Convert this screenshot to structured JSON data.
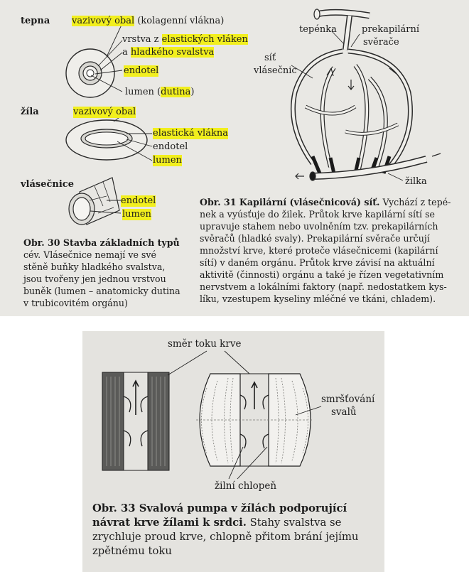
{
  "fig30": {
    "tepna": "tepna",
    "tepna_outer": "vazivový obal",
    "tepna_outer_note": " (kolagenní vlákna)",
    "tepna_layer_1a": "vrstva z ",
    "tepna_layer_1b": "elastických vláken",
    "tepna_layer_2a": "a ",
    "tepna_layer_2b": "hladkého svalstva",
    "tepna_endotel": "endotel",
    "tepna_lumen_a": "lumen (",
    "tepna_lumen_b": "dutina",
    "tepna_lumen_c": ")",
    "zila": "žíla",
    "zila_outer": "vazivový obal",
    "zila_elastic": "elastická vlákna",
    "zila_endotel": "endotel",
    "zila_lumen": "lumen",
    "vlasecnice": "vlásečnice",
    "vl_endotel": "endotel",
    "vl_lumen": "lumen",
    "caption_title": "Obr. 30 Stavba základních typů",
    "caption_lines": [
      "cév. Vlásečnice nemají ve své",
      "stěně buňky hladkého svalstva,",
      "jsou tvořeny jen jednou vrstvou",
      "buněk (lumen – anatomicky dutina",
      "v trubicovitém orgánu)"
    ]
  },
  "fig31": {
    "tepenka": "tepénka",
    "prekap_1": "prekapilární",
    "prekap_2": "svěrače",
    "sit_1": "síť",
    "sit_2": "vlásečnic",
    "zilka": "žilka",
    "caption_title": "Obr. 31 Kapilární (vlásečnicová) síť.",
    "caption_first_rest": " Vychází z tepé-",
    "caption_lines": [
      "nek a vyúsťuje do žilek. Průtok krve kapilární sítí se",
      "upravuje stahem nebo uvolněním tzv. prekapilárních",
      "svěračů (hladké svaly). Prekapilární svěrače určují",
      "množství krve, které proteče vlásečnicemi (kapilární",
      "sítí) v daném orgánu. Průtok krve závisí na aktuální",
      "aktivitě (činnosti) orgánu a také je řízen vegetativním",
      "nervstvem a lokálními faktory (např. nedostatkem kys-",
      "líku, vzestupem kyseliny mléčné ve tkáni, chladem)."
    ]
  },
  "fig33": {
    "smer": "směr toku krve",
    "smrst_1": "smršťování",
    "smrst_2": "svalů",
    "chlopen": "žilní chlopeň",
    "caption_title_1": "Obr. 33 Svalová pumpa v žílách podporující",
    "caption_title_2": "návrat krve žílami k srdci.",
    "caption_title_2_rest": " Stahy svalstva se",
    "caption_lines": [
      "zrychluje proud krve, chlopně přitom brání jejímu",
      "zpětnému toku"
    ]
  }
}
